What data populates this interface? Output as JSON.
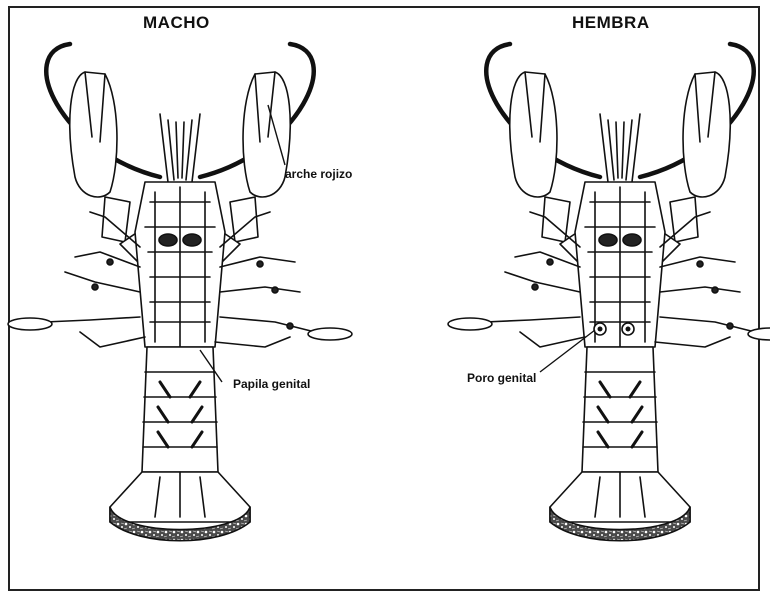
{
  "figure": {
    "male": {
      "title": "MACHO",
      "annotations": {
        "red_patch": "Parche rojizo",
        "genital_papilla": "Papila genital"
      }
    },
    "female": {
      "title": "HEMBRA",
      "annotations": {
        "genital_pore": "Poro genital"
      }
    }
  },
  "colors": {
    "ink": "#111111",
    "tail_fan": "#3a3a3a",
    "background": "#ffffff"
  },
  "icons": {
    "specimen": "crayfish-ventral-view-icon"
  }
}
